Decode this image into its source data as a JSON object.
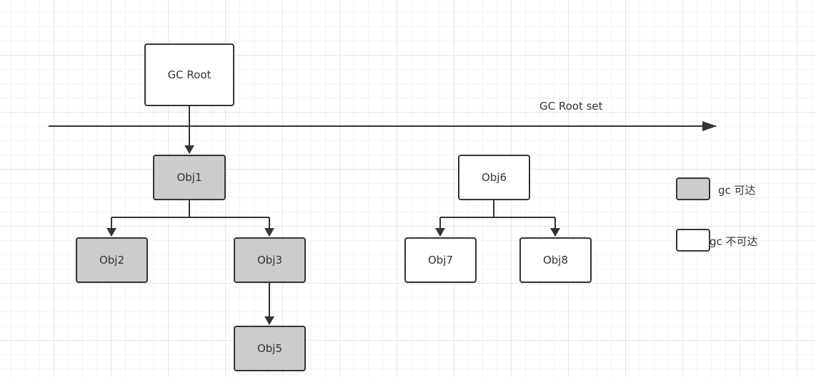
{
  "colors": {
    "reachable": "#cccccc",
    "unreachable": "#ffffff",
    "stroke": "#333333"
  },
  "root": {
    "label": "GC Root"
  },
  "root_set_label": "GC Root set",
  "nodes": {
    "obj1": "Obj1",
    "obj2": "Obj2",
    "obj3": "Obj3",
    "obj5": "Obj5",
    "obj6": "Obj6",
    "obj7": "Obj7",
    "obj8": "Obj8"
  },
  "legend": {
    "reachable_label": "gc 可达",
    "unreachable_label": "gc 不可达"
  }
}
